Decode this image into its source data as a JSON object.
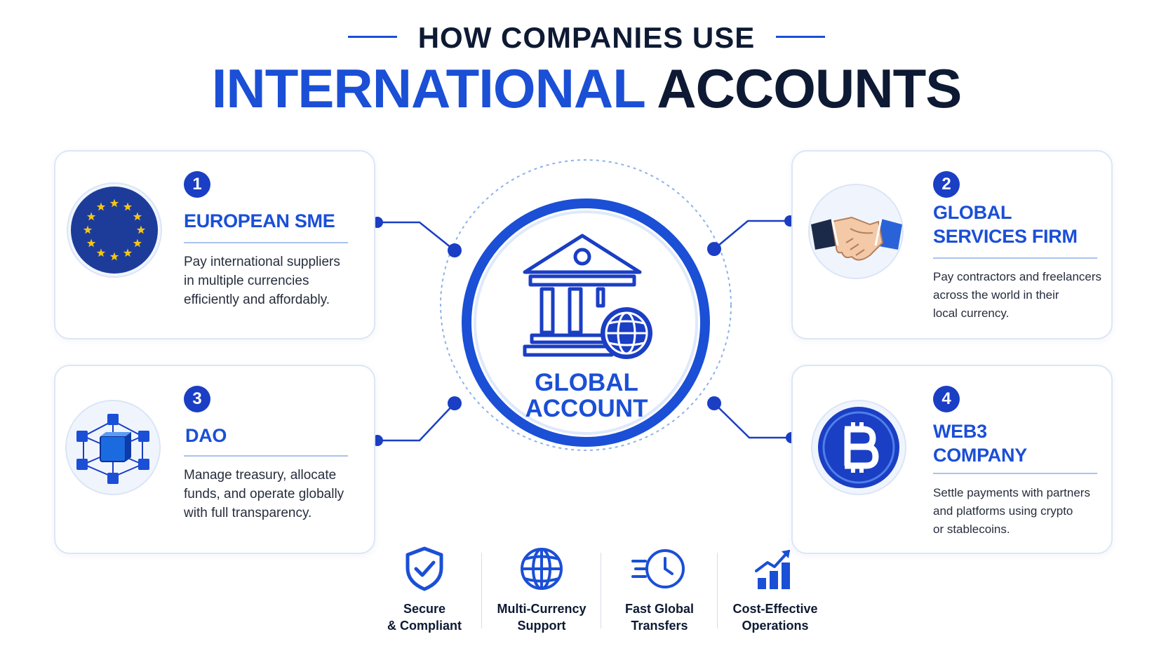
{
  "header": {
    "top_line": "HOW COMPANIES USE",
    "title_blue": "INTERNATIONAL",
    "title_dark": "ACCOUNTS"
  },
  "hub": {
    "line1": "GLOBAL",
    "line2": "ACCOUNT"
  },
  "cards": [
    {
      "number": "1",
      "title": "EUROPEAN SME",
      "lines": [
        "Pay international suppliers",
        "in multiple currencies",
        "efficiently and affordably."
      ],
      "icon": "eu-flag-icon"
    },
    {
      "number": "2",
      "title_lines": [
        "GLOBAL",
        "SERVICES FIRM"
      ],
      "lines": [
        "Pay contractors and freelancers",
        "across the world in their",
        "local currency."
      ],
      "icon": "handshake-icon"
    },
    {
      "number": "3",
      "title": "DAO",
      "lines": [
        "Manage treasury, allocate",
        "funds, and operate globally",
        "with full transparency."
      ],
      "icon": "blockchain-network-icon"
    },
    {
      "number": "4",
      "title_lines": [
        "WEB3",
        "COMPANY"
      ],
      "lines": [
        "Settle payments with partners",
        "and platforms using crypto",
        "or stablecoins."
      ],
      "icon": "bitcoin-icon"
    }
  ],
  "features": [
    {
      "line1": "Secure",
      "line2": "& Compliant",
      "icon": "shield-check-icon"
    },
    {
      "line1": "Multi-Currency",
      "line2": "Support",
      "icon": "globe-icon"
    },
    {
      "line1": "Fast Global",
      "line2": "Transfers",
      "icon": "fast-clock-icon"
    },
    {
      "line1": "Cost-Effective",
      "line2": "Operations",
      "icon": "growth-chart-icon"
    }
  ],
  "colors": {
    "primary": "#1a4fd6",
    "dark": "#0e1a33",
    "accent_light": "#a9c3ee",
    "eu_star": "#f5c518"
  }
}
